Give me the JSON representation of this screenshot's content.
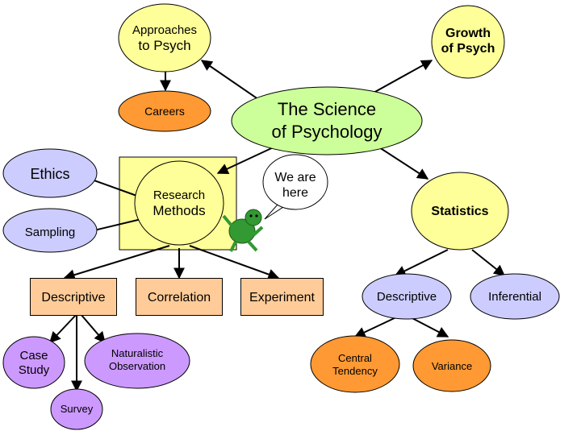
{
  "nodes": {
    "approaches": [
      "Approaches",
      "to Psych"
    ],
    "growth": [
      "Growth",
      "of Psych"
    ],
    "careers": "Careers",
    "science": [
      "The Science",
      "of Psychology"
    ],
    "ethics": "Ethics",
    "research": [
      "Research",
      "Methods"
    ],
    "we_are_here": [
      "We are",
      "here"
    ],
    "statistics": "Statistics",
    "sampling": "Sampling",
    "descriptive_methods": "Descriptive",
    "correlation": "Correlation",
    "experiment": "Experiment",
    "descriptive_stats": "Descriptive",
    "inferential": "Inferential",
    "case_study": [
      "Case",
      "Study"
    ],
    "naturalistic": [
      "Naturalistic",
      "Observation"
    ],
    "survey": "Survey",
    "central_tendency": [
      "Central",
      "Tendency"
    ],
    "variance": "Variance"
  },
  "colors": {
    "yellow_fill": "#ffff99",
    "orange_fill": "#ff9933",
    "green_fill": "#ccff99",
    "blue_fill": "#ccccff",
    "peach_fill": "#ffcc99",
    "purple_fill": "#cc99ff",
    "turtle_green": "#339933"
  },
  "icons": [
    "turtle-icon"
  ]
}
